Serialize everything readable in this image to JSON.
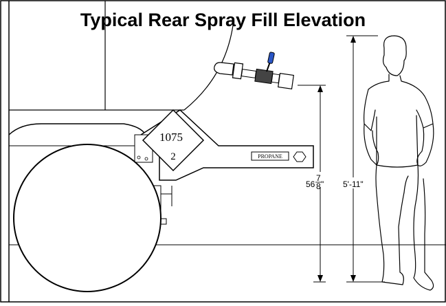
{
  "title": "Typical Rear Spray Fill Elevation",
  "placard": {
    "line1": "1075",
    "line2": "2"
  },
  "propane_label": "PROPANE",
  "dimensions": {
    "fill_height": {
      "whole": "56",
      "num": "7",
      "den": "8",
      "unit": "\""
    },
    "person_height": "5'-11\""
  },
  "colors": {
    "valve_handle": "#2a56c6",
    "line": "#000000",
    "background": "#ffffff"
  }
}
